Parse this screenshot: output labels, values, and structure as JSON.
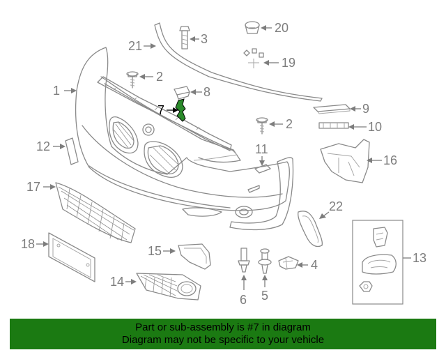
{
  "callouts": [
    {
      "num": "1"
    },
    {
      "num": "2"
    },
    {
      "num": "2"
    },
    {
      "num": "3"
    },
    {
      "num": "4"
    },
    {
      "num": "5"
    },
    {
      "num": "6"
    },
    {
      "num": "7"
    },
    {
      "num": "8"
    },
    {
      "num": "9"
    },
    {
      "num": "10"
    },
    {
      "num": "11"
    },
    {
      "num": "12"
    },
    {
      "num": "13"
    },
    {
      "num": "14"
    },
    {
      "num": "15"
    },
    {
      "num": "16"
    },
    {
      "num": "17"
    },
    {
      "num": "18"
    },
    {
      "num": "19"
    },
    {
      "num": "20"
    },
    {
      "num": "21"
    },
    {
      "num": "22"
    }
  ],
  "highlight_part": "7",
  "colors": {
    "banner": "#1b7a12",
    "highlight_part_fill": "#2a8a2a",
    "line": "#8a8a8a"
  },
  "banner": {
    "line1": "Part or sub-assembly is #7 in diagram",
    "line2": "Diagram may not be specific to your vehicle"
  }
}
